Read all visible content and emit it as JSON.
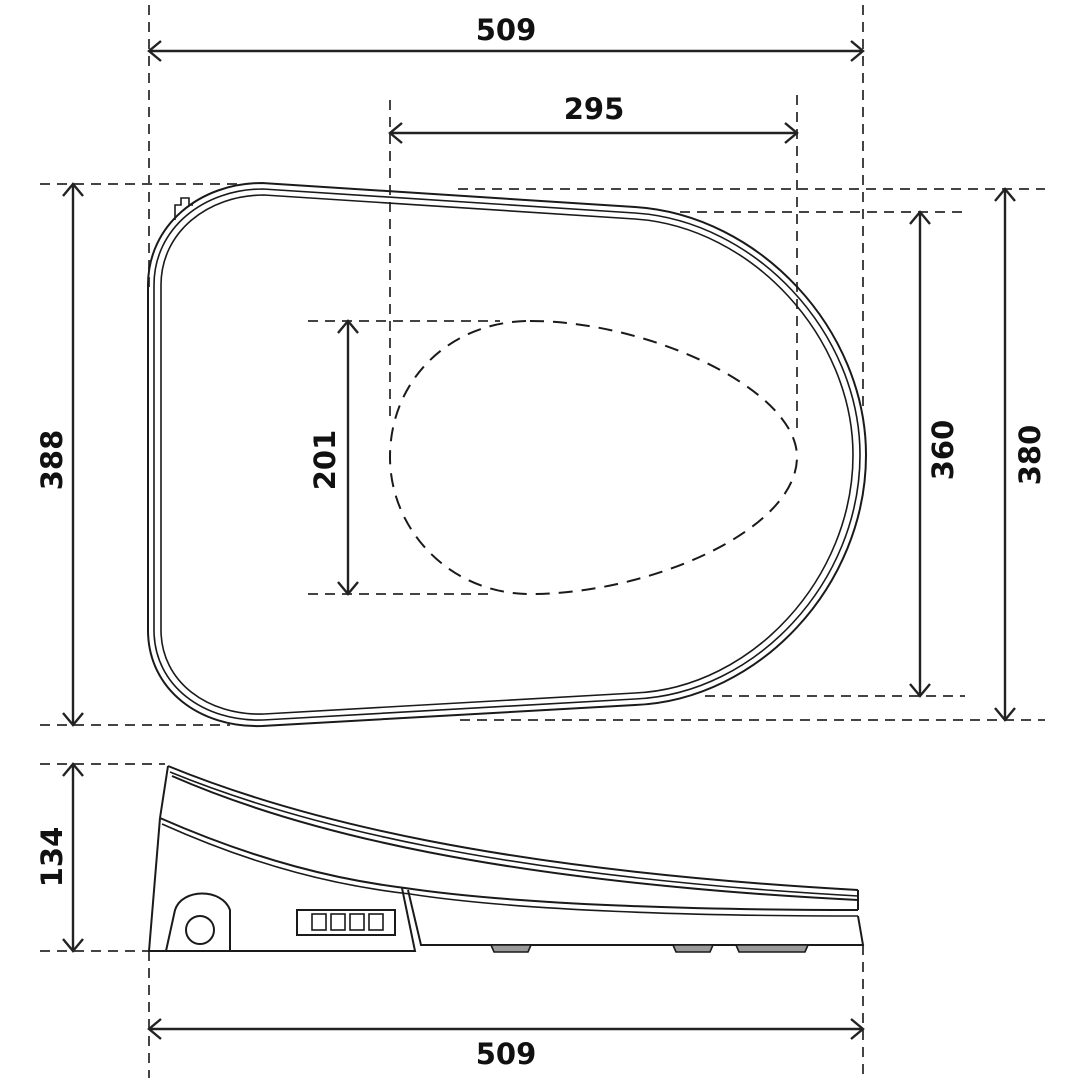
{
  "drawing": {
    "title": "Toilet seat dimension drawing",
    "units": "mm",
    "views": [
      "top-view",
      "side-view"
    ],
    "line_color": "#1a1a1a",
    "background": "#ffffff"
  },
  "dimensions": {
    "top_overall_length": "509",
    "opening_length": "295",
    "overall_depth_left": "388",
    "opening_width": "201",
    "inner_width": "360",
    "outer_width": "380",
    "side_height": "134",
    "side_overall_length": "509"
  },
  "side_view": {
    "control_buttons_count": 4
  }
}
